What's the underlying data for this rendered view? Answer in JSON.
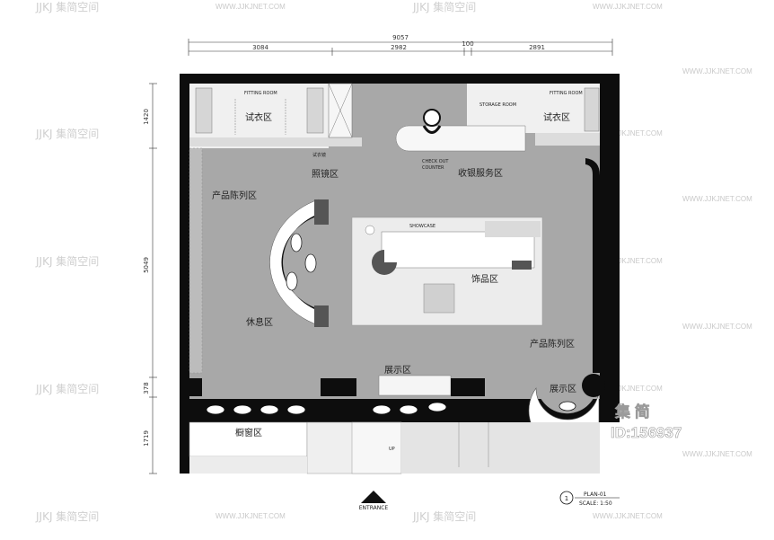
{
  "dimensions": {
    "total": "9057",
    "segments": [
      "3084",
      "2982",
      "100",
      "2891"
    ],
    "left_side": [
      "1420",
      "5049",
      "378",
      "1719"
    ]
  },
  "zones": {
    "fitting_left_en": "FITTING ROOM",
    "fitting_left_cn": "试衣区",
    "fitting_right_en": "FITTING ROOM",
    "fitting_right_cn": "试衣区",
    "storage_room": "STORAGE ROOM",
    "check_out_line1": "CHECK OUT",
    "check_out_line2": "COUNTER",
    "checkout_cn": "收银服务区",
    "mirror_cn": "照镜区",
    "left_small_label": "试衣镜",
    "product_left": "产品陈列区",
    "showcase": "SHOWCASE",
    "accessories": "饰品区",
    "rest": "休息区",
    "product_right": "产品陈列区",
    "display_center": "展示区",
    "display_right": "展示区",
    "window": "橱窗区",
    "up": "UP"
  },
  "entrance": "ENTRANCE",
  "legend": {
    "number": "1",
    "plan": "PLAN-01",
    "scale": "SCALE: 1:50"
  },
  "watermark": {
    "logo": "JJKJ",
    "cn": "集简空间",
    "url": "WWW.JJKJNET.COM",
    "id_cn": "集 简",
    "id": "ID:156937"
  },
  "colors": {
    "floor": "#a8a8a8",
    "wall": "#0d0d0d",
    "light_area": "#efefef",
    "white_area": "#ffffff"
  }
}
